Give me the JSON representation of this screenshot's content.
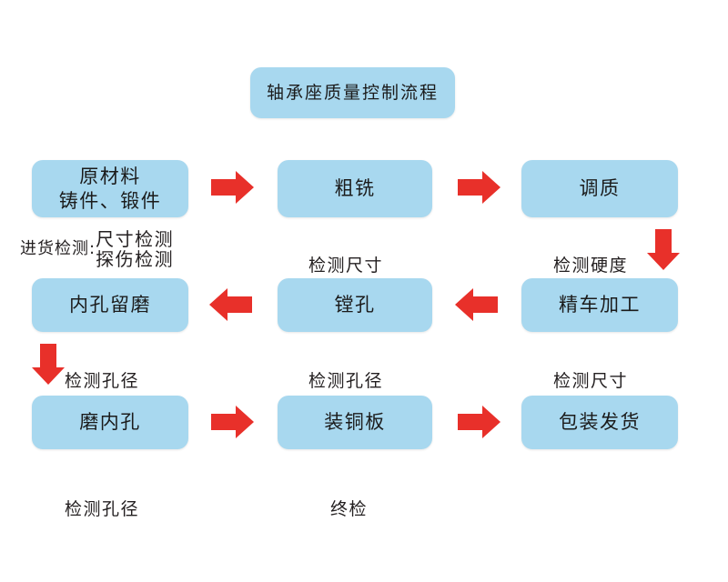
{
  "diagram": {
    "title_box": {
      "label": "轴承座质量控制流程"
    },
    "accent_color": "#a8d8ef",
    "arrow_color": "#e8302a",
    "text_color": "#231f20",
    "background_color": "#ffffff",
    "rows": [
      {
        "id": "row-1",
        "direction": "left-to-right",
        "nodes": [
          {
            "id": "raw-material",
            "label": "原材料\n铸件、锻件"
          },
          {
            "id": "rough-milling",
            "label": "粗铣"
          },
          {
            "id": "quench-temper",
            "label": "调质"
          }
        ],
        "captions": [
          {
            "id": "intake-inspection",
            "prefix": "进货检测:",
            "lines": "尺寸检测\n探伤检测"
          },
          {
            "id": "measure-dimension-1",
            "label": "检测尺寸"
          },
          {
            "id": "measure-hardness",
            "label": "检测硬度"
          }
        ]
      },
      {
        "id": "row-2",
        "direction": "right-to-left",
        "nodes": [
          {
            "id": "bore-reserve-grind",
            "label": "内孔留磨"
          },
          {
            "id": "boring",
            "label": "镗孔"
          },
          {
            "id": "finish-turning",
            "label": "精车加工"
          }
        ],
        "captions": [
          {
            "id": "measure-bore-1",
            "label": "检测孔径"
          },
          {
            "id": "measure-bore-2",
            "label": "检测孔径"
          },
          {
            "id": "measure-dimension-2",
            "label": "检测尺寸"
          }
        ]
      },
      {
        "id": "row-3",
        "direction": "left-to-right",
        "nodes": [
          {
            "id": "grind-bore",
            "label": "磨内孔"
          },
          {
            "id": "install-copper-plate",
            "label": "装铜板"
          },
          {
            "id": "package-ship",
            "label": "包装发货"
          }
        ],
        "captions": [
          {
            "id": "measure-bore-3",
            "label": "检测孔径"
          },
          {
            "id": "final-inspection",
            "label": "终检"
          }
        ]
      }
    ],
    "connectors": [
      {
        "id": "arrow-r1-1",
        "direction": "right"
      },
      {
        "id": "arrow-r1-2",
        "direction": "right"
      },
      {
        "id": "arrow-down-right",
        "direction": "down"
      },
      {
        "id": "arrow-r2-1",
        "direction": "left"
      },
      {
        "id": "arrow-r2-2",
        "direction": "left"
      },
      {
        "id": "arrow-down-left",
        "direction": "down"
      },
      {
        "id": "arrow-r3-1",
        "direction": "right"
      },
      {
        "id": "arrow-r3-2",
        "direction": "right"
      }
    ]
  }
}
